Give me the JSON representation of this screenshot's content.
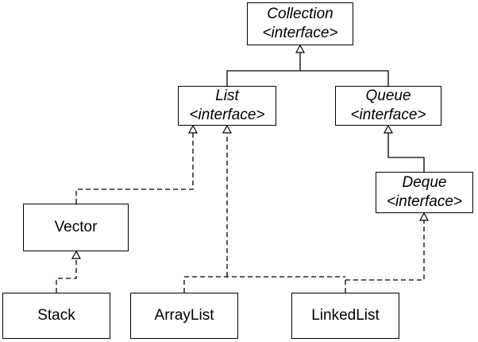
{
  "diagram": {
    "collection": {
      "name": "Collection",
      "stereotype": "<interface>"
    },
    "list": {
      "name": "List",
      "stereotype": "<interface>"
    },
    "queue": {
      "name": "Queue",
      "stereotype": "<interface>"
    },
    "deque": {
      "name": "Deque",
      "stereotype": "<interface>"
    },
    "vector": {
      "name": "Vector"
    },
    "stack": {
      "name": "Stack"
    },
    "arraylist": {
      "name": "ArrayList"
    },
    "linkedlist": {
      "name": "LinkedList"
    }
  }
}
